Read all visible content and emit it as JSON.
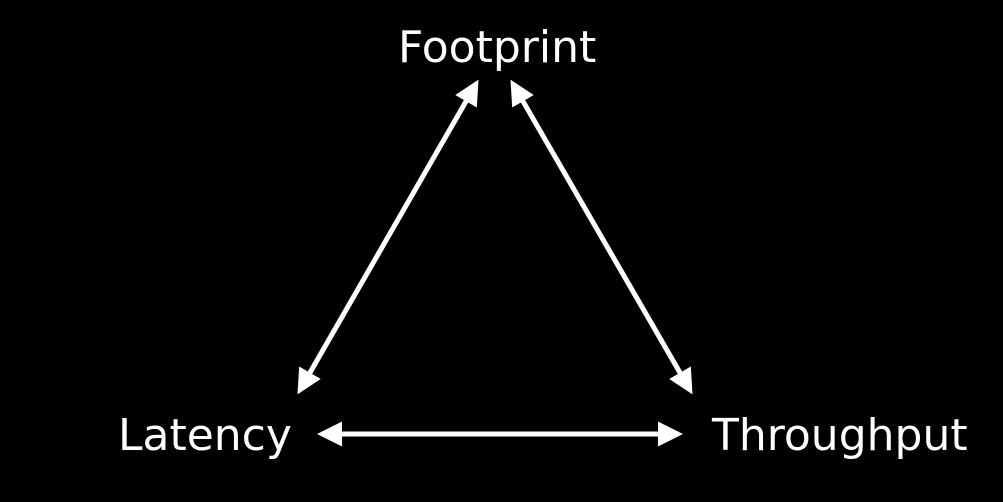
{
  "diagram": {
    "nodes": {
      "top": "Footprint",
      "left": "Latency",
      "right": "Throughput"
    },
    "edges": [
      {
        "from": "Footprint",
        "to": "Latency",
        "direction": "bidirectional"
      },
      {
        "from": "Footprint",
        "to": "Throughput",
        "direction": "bidirectional"
      },
      {
        "from": "Latency",
        "to": "Throughput",
        "direction": "bidirectional"
      }
    ],
    "colors": {
      "background": "#000000",
      "foreground": "#ffffff"
    }
  }
}
